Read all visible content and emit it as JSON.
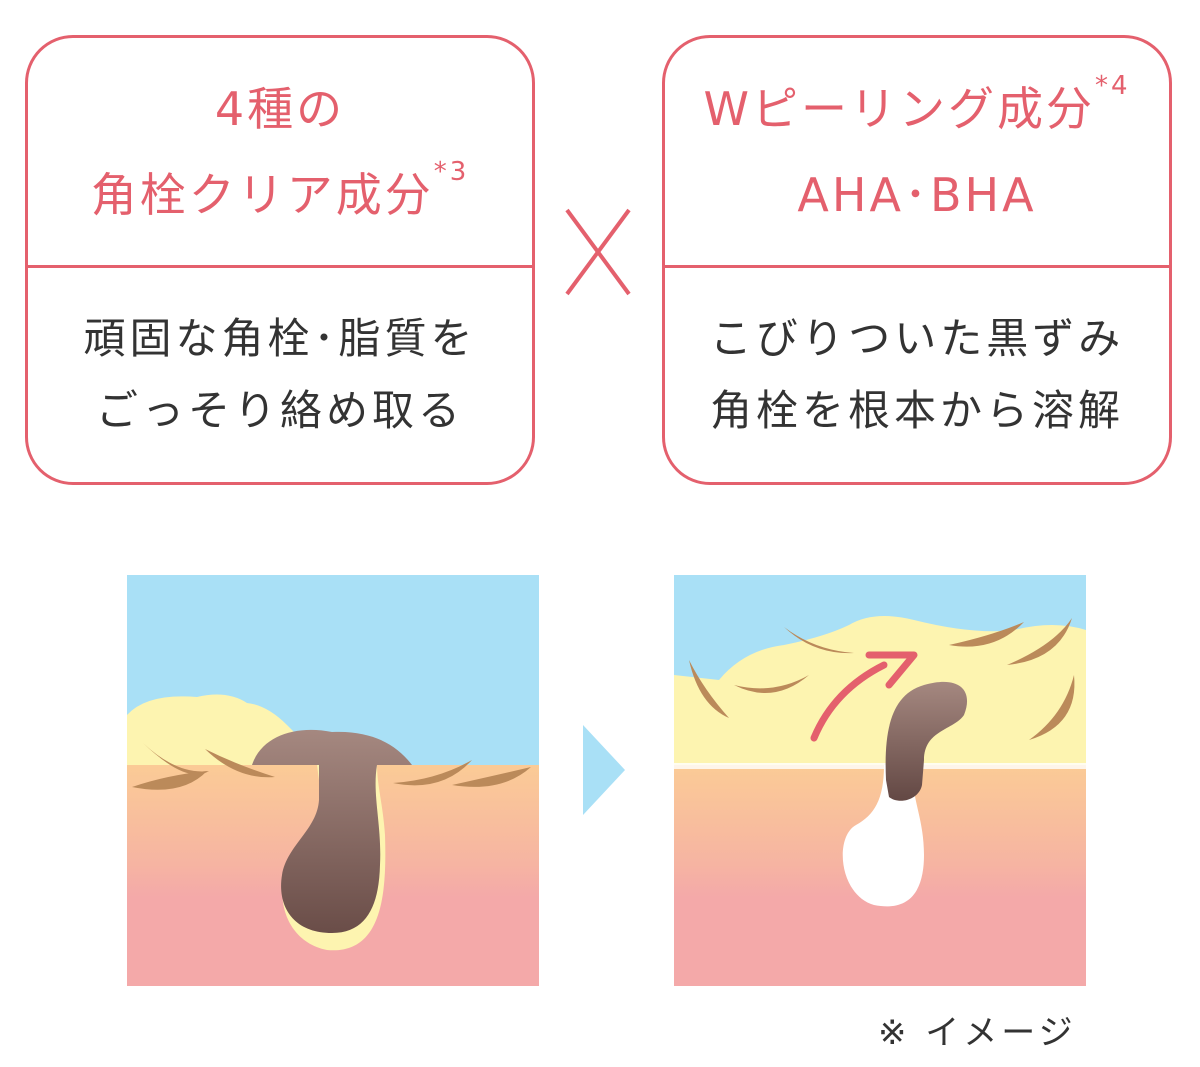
{
  "left_card": {
    "title_line1": "4種の",
    "title_line2": "角栓クリア成分",
    "title_note": "*3",
    "body_line1": "頑固な角栓･脂質を",
    "body_line2": "ごっそり絡め取る"
  },
  "operator": "×",
  "right_card": {
    "title_line1": "Wピーリング成分",
    "title_note": "*4",
    "title_line2": "AHA･BHA",
    "body_line1": "こびりついた黒ずみ",
    "body_line2": "角栓を根本から溶解"
  },
  "footnote": "※ イメージ",
  "colors": {
    "accent": "#e4606d",
    "sky": "#a9e0f6",
    "sebum": "#fdf4b0",
    "skin_top": "#fbcb96",
    "skin_bottom": "#f4a9a9",
    "plug": "#6e4f4a",
    "flake": "#bb8a5a"
  }
}
